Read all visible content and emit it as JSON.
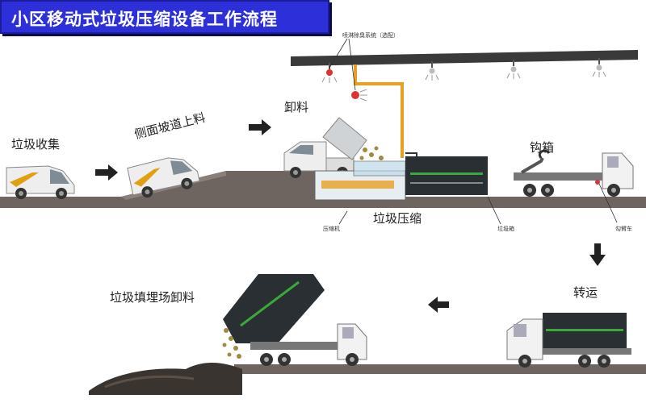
{
  "title": "小区移动式垃圾压缩设备工作流程",
  "steps": {
    "collect": "垃圾收集",
    "ramp": "侧面坡道上料",
    "unload": "卸料",
    "compress": "垃圾压缩",
    "hook": "钩箱",
    "transfer": "转运",
    "landfill": "垃圾填埋场卸料"
  },
  "annotations": {
    "spray": "喷淋除臭系统（选配）",
    "compressor": "压缩机",
    "container": "垃圾箱",
    "hook_truck": "勾臂车"
  },
  "colors": {
    "banner": "#2d2fd8",
    "ground": "#6e6460",
    "pipe": "#e8a020",
    "accent": "#3aa83a",
    "roof": "#3a3a3a"
  }
}
